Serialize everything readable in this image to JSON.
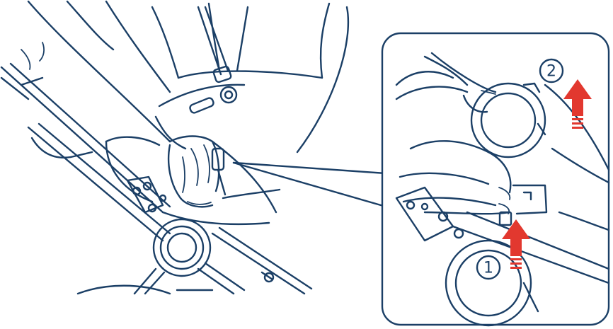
{
  "colors": {
    "line": "#1b3f66",
    "arrow": "#e2382f",
    "background": "#ffffff"
  },
  "steps": [
    {
      "number": "1",
      "arrow_direction": "up"
    },
    {
      "number": "2",
      "arrow_direction": "up"
    }
  ]
}
